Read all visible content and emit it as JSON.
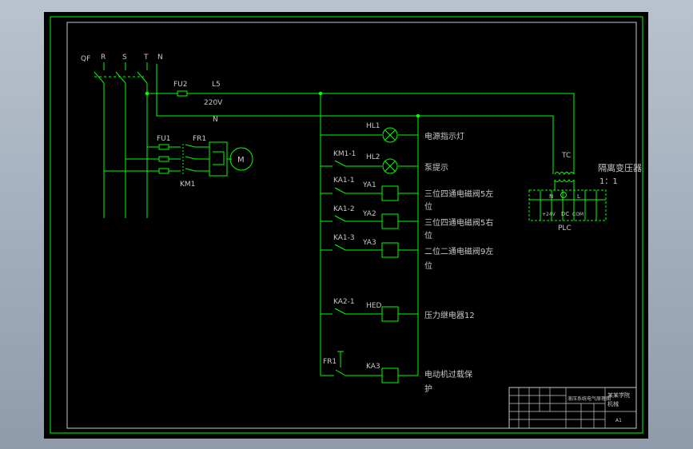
{
  "colors": {
    "paper": "#000000",
    "line": "#00ff00",
    "text_gray": "#c8c8c8",
    "frame": "#00ff00",
    "text_yellow": "#ffff33",
    "outer_bg": "#a6b0bd"
  },
  "supply": {
    "qf": "QF",
    "r": "R",
    "s": "S",
    "t": "T",
    "n": "N",
    "fu2": "FU2",
    "l5": "L5",
    "v220": "220V",
    "n2": "N"
  },
  "motor": {
    "fu1": "FU1",
    "fr1": "FR1",
    "km1": "KM1",
    "m": "M"
  },
  "control": {
    "hl1": "HL1",
    "km1_1": "KM1-1",
    "hl2": "HL2",
    "ka1_1": "KA1-1",
    "ya1": "YA1",
    "ka1_2": "KA1-2",
    "ya2": "YA2",
    "ka1_3": "KA1-3",
    "ya3": "YA3",
    "ka2_1": "KA2-1",
    "hed": "HED",
    "fr1": "FR1",
    "ka3": "KA3"
  },
  "descriptions": {
    "d1": "电源指示灯",
    "d2": "泵提示",
    "d3a": "三位四通电磁阀5左",
    "d3b": "位",
    "d4a": "三位四通电磁阀5右",
    "d4b": "位",
    "d5a": "二位二通电磁阀9左",
    "d5b": "位",
    "d6": "压力继电器12",
    "d7a": "电动机过载保",
    "d7b": "护"
  },
  "transformer": {
    "tc": "TC",
    "title": "隔离变压器",
    "ratio": "1：1",
    "plc": "PLC",
    "p24": "+24V",
    "dc": "DC",
    "com": "COM",
    "n": "N",
    "l": "L"
  },
  "title_block": {
    "drawing_name": "液压系统电气原理图",
    "school": "某某学院",
    "dept": "机械",
    "sheet": "A1"
  }
}
